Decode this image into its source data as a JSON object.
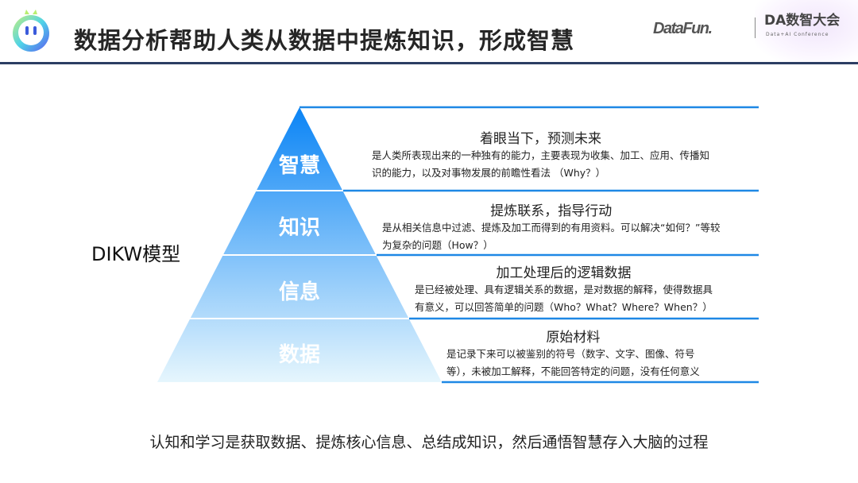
{
  "header": {
    "title": "数据分析帮助人类从数据中提炼知识，形成智慧",
    "brand_datafun": "DataFun.",
    "brand_da": "DA数智大会",
    "brand_da_sub": "Data+AI Conference"
  },
  "model_label": "DIKW模型",
  "colors": {
    "pyramid_top": "#0a84f5",
    "pyramid_bottom": "#e6f6fd",
    "line": "#1e88e5",
    "divider": "#2c3e63"
  },
  "levels": [
    {
      "name": "智慧",
      "heading": "着眼当下，预测未来",
      "desc1": "是人类所表现出来的一种独有的能力，主要表现为收集、加工、应用、传播知",
      "desc2": "识的能力，以及对事物发展的前瞻性看法 （Why？）"
    },
    {
      "name": "知识",
      "heading": "提炼联系，指导行动",
      "desc1": "是从相关信息中过滤、提炼及加工而得到的有用资料。可以解决“如何？”等较",
      "desc2": "为复杂的问题（How？）"
    },
    {
      "name": "信息",
      "heading": "加工处理后的逻辑数据",
      "desc1": "是已经被处理、具有逻辑关系的数据，是对数据的解释，使得数据具",
      "desc2": "有意义，可以回答简单的问题（Who？What？Where？When？）"
    },
    {
      "name": "数据",
      "heading": "原始材料",
      "desc1": "是记录下来可以被鉴别的符号（数字、文字、图像、符号",
      "desc2": "等），未被加工解释，不能回答特定的问题，没有任何意义"
    }
  ],
  "footer": "认知和学习是获取数据、提炼核心信息、总结成知识，然后通悟智慧存入大脑的过程"
}
